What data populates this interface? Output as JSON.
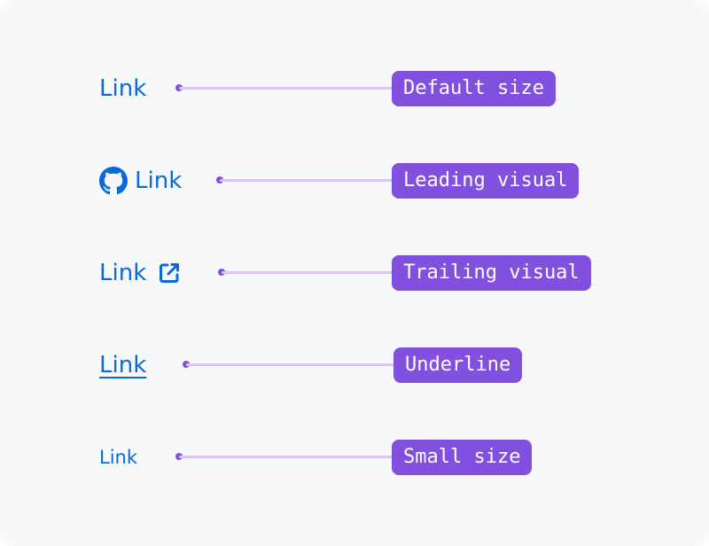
{
  "rows": [
    {
      "link_text": "Link",
      "variant": "default",
      "annotation": "Default size"
    },
    {
      "link_text": "Link",
      "variant": "leading-visual",
      "icon": "github-mark-icon",
      "annotation": "Leading visual"
    },
    {
      "link_text": "Link",
      "variant": "trailing-visual",
      "icon": "link-external-icon",
      "annotation": "Trailing visual"
    },
    {
      "link_text": "Link",
      "variant": "underline",
      "annotation": "Underline"
    },
    {
      "link_text": "Link",
      "variant": "small",
      "annotation": "Small size"
    }
  ],
  "colors": {
    "background": "#f6f8fa",
    "link": "#0969da",
    "annotation_bg": "#8250df",
    "annotation_text": "#ffffff",
    "connector": "#d9c6f7"
  }
}
